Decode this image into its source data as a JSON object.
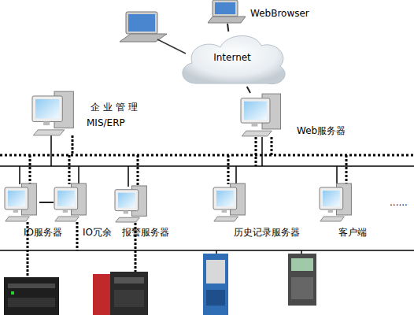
{
  "diagram": {
    "nodes": [
      {
        "text": [
          "WebBrowser"
        ]
      },
      {
        "text": [
          "Internet"
        ]
      },
      {
        "text": [
          "企业管理",
          "MIS/ERP"
        ]
      },
      {
        "text": [
          "Web服务器"
        ]
      },
      {
        "text": [
          "IO服务器"
        ]
      },
      {
        "text": [
          "IO冗余"
        ]
      },
      {
        "text": [
          "报警服务器"
        ]
      },
      {
        "text": [
          "历史记录服务器"
        ]
      },
      {
        "text": [
          "客户端"
        ]
      }
    ],
    "edges": [
      {
        "from": 0,
        "to": 1,
        "arrow": "none"
      },
      {
        "from": 1,
        "to": 3,
        "arrow": "none"
      },
      {
        "from": 4,
        "to": 5,
        "arrow": "none"
      }
    ],
    "labels": [
      "......"
    ]
  }
}
